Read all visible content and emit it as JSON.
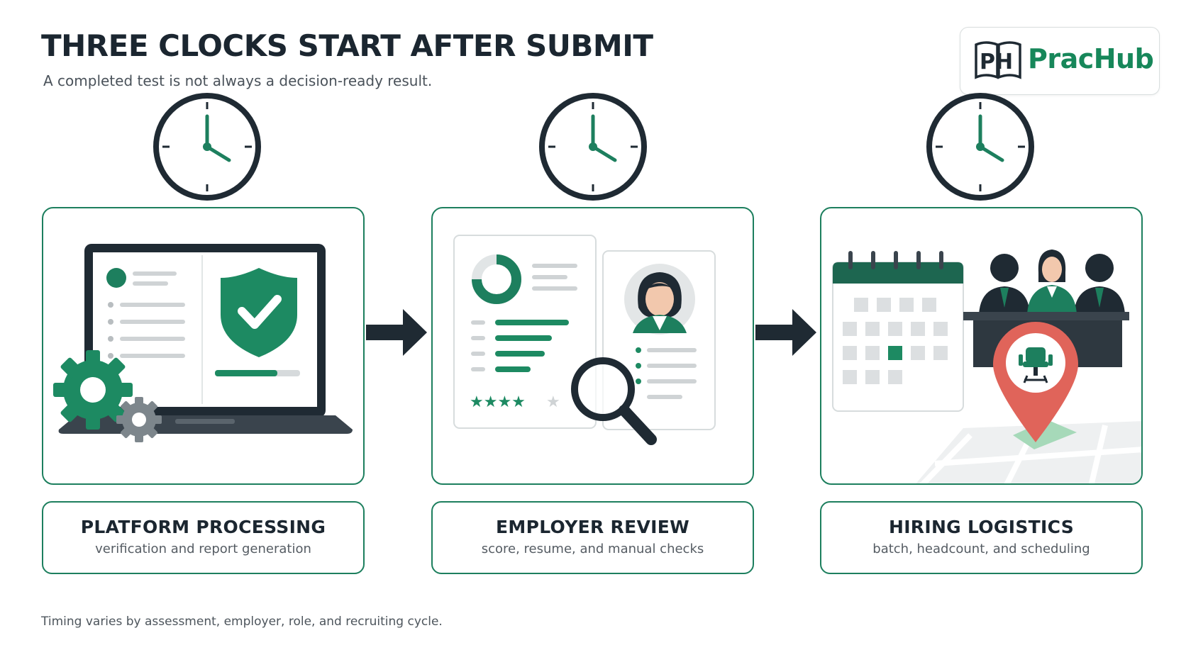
{
  "header": {
    "title": "THREE CLOCKS START AFTER SUBMIT",
    "subtitle": "A completed test is not always a decision-ready result."
  },
  "logo": {
    "text": "PracHub",
    "mark_text": "PH"
  },
  "stages": [
    {
      "title": "PLATFORM PROCESSING",
      "description": "verification and report generation"
    },
    {
      "title": "EMPLOYER REVIEW",
      "description": "score, resume, and manual checks"
    },
    {
      "title": "HIRING LOGISTICS",
      "description": "batch, headcount, and scheduling"
    }
  ],
  "footnote": "Timing varies by assessment, employer, role, and recruiting cycle.",
  "colors": {
    "accent": "#1d7f5e",
    "dark": "#1f2a33",
    "pin": "#e0645a"
  },
  "icons": [
    "clock-icon",
    "laptop-icon",
    "shield-check-icon",
    "gear-icon",
    "report-icon",
    "magnifier-icon",
    "calendar-icon",
    "interview-panel-icon",
    "location-pin-icon"
  ]
}
